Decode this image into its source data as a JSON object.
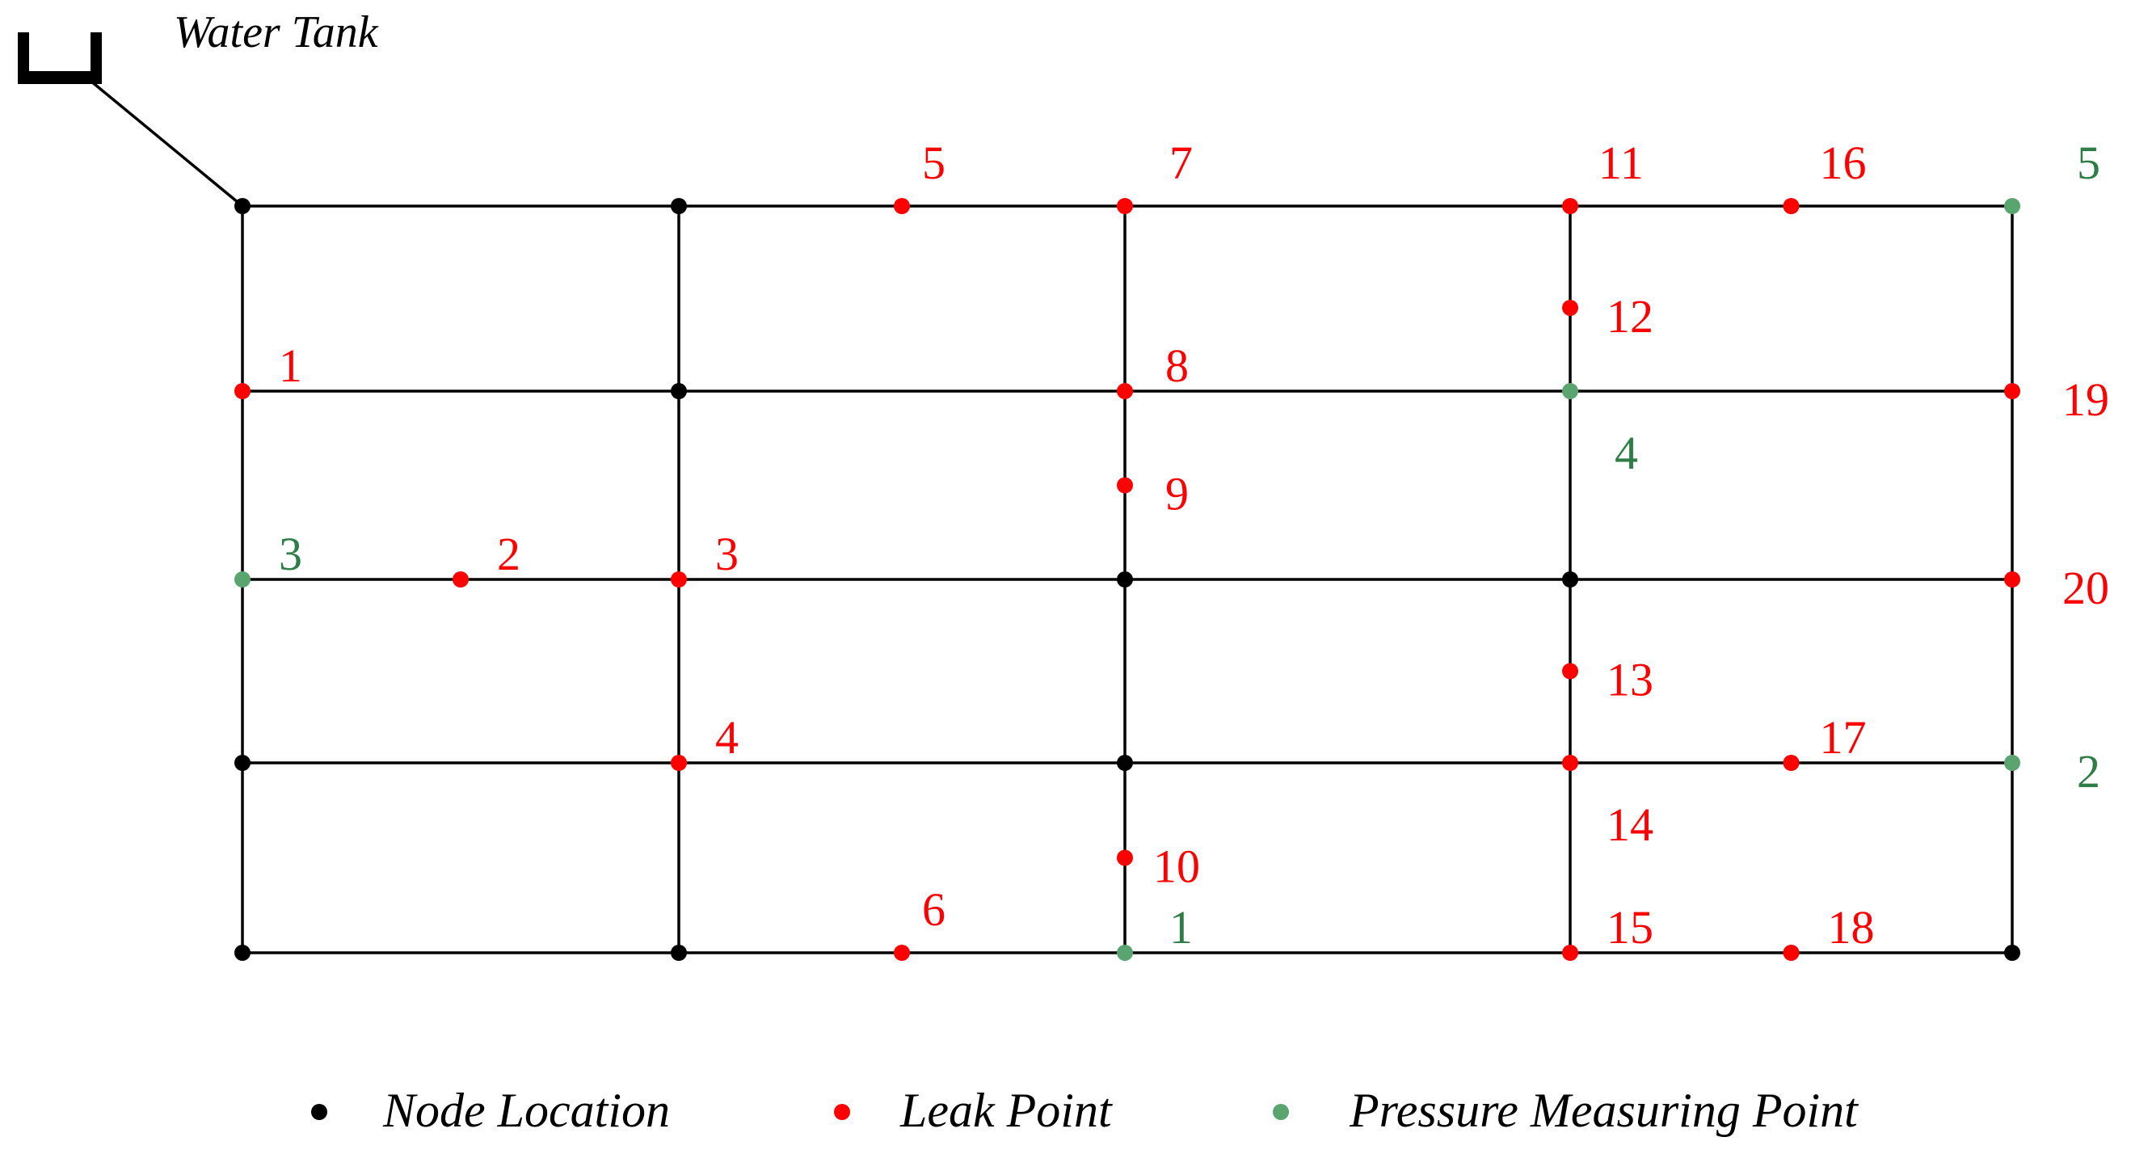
{
  "tank": {
    "label": "Water Tank"
  },
  "colors": {
    "pipe": "#000000",
    "node": "#000000",
    "leak": "#ff0000",
    "pressure": "#5aa56f",
    "pressure_text": "#2e7d46",
    "text": "#000000"
  },
  "legend": {
    "node_label": "Node Location",
    "leak_label": "Leak Point",
    "pressure_label": "Pressure Measuring Point"
  },
  "grid": {
    "columns": 5,
    "rows": 5
  },
  "pipes": [
    {
      "from": [
        0,
        0
      ],
      "to": [
        4,
        0
      ]
    },
    {
      "from": [
        0,
        1
      ],
      "to": [
        4,
        1
      ]
    },
    {
      "from": [
        0,
        2
      ],
      "to": [
        4,
        2
      ]
    },
    {
      "from": [
        0,
        3
      ],
      "to": [
        4,
        3
      ]
    },
    {
      "from": [
        0,
        4
      ],
      "to": [
        4,
        4
      ]
    },
    {
      "from": [
        0,
        0
      ],
      "to": [
        0,
        4
      ]
    },
    {
      "from": [
        1,
        0
      ],
      "to": [
        1,
        4
      ]
    },
    {
      "from": [
        2,
        0
      ],
      "to": [
        2,
        4
      ]
    },
    {
      "from": [
        3,
        0
      ],
      "to": [
        3,
        4
      ]
    },
    {
      "from": [
        4,
        0
      ],
      "to": [
        4,
        4
      ]
    }
  ],
  "nodes": [
    {
      "gx": 0,
      "gy": 0
    },
    {
      "gx": 1,
      "gy": 0
    },
    {
      "gx": 1,
      "gy": 1
    },
    {
      "gx": 2,
      "gy": 2
    },
    {
      "gx": 3,
      "gy": 2
    },
    {
      "gx": 0,
      "gy": 3
    },
    {
      "gx": 2,
      "gy": 3
    },
    {
      "gx": 0,
      "gy": 4
    },
    {
      "gx": 1,
      "gy": 4
    },
    {
      "gx": 4,
      "gy": 4
    }
  ],
  "leak_points": [
    {
      "id": "1",
      "gx": 0,
      "gy": 1
    },
    {
      "id": "2",
      "gx": 0.5,
      "gy": 2
    },
    {
      "id": "3",
      "gx": 1,
      "gy": 2
    },
    {
      "id": "4",
      "gx": 1,
      "gy": 3
    },
    {
      "id": "5",
      "gx": 1.5,
      "gy": 0
    },
    {
      "id": "6",
      "gx": 1.5,
      "gy": 4
    },
    {
      "id": "7",
      "gx": 2,
      "gy": 0
    },
    {
      "id": "8",
      "gx": 2,
      "gy": 1
    },
    {
      "id": "9",
      "gx": 2,
      "gy": 1.5
    },
    {
      "id": "10",
      "gx": 2,
      "gy": 3.5
    },
    {
      "id": "11",
      "gx": 3,
      "gy": 0
    },
    {
      "id": "12",
      "gx": 3,
      "gy": 0.55
    },
    {
      "id": "13",
      "gx": 3,
      "gy": 2.5
    },
    {
      "id": "14",
      "gx": 3,
      "gy": 3
    },
    {
      "id": "15",
      "gx": 3,
      "gy": 4
    },
    {
      "id": "16",
      "gx": 3.5,
      "gy": 0
    },
    {
      "id": "17",
      "gx": 3.5,
      "gy": 3
    },
    {
      "id": "18",
      "gx": 3.5,
      "gy": 4
    },
    {
      "id": "19",
      "gx": 4,
      "gy": 1
    },
    {
      "id": "20",
      "gx": 4,
      "gy": 2
    }
  ],
  "pressure_points": [
    {
      "id": "1",
      "gx": 2,
      "gy": 4
    },
    {
      "id": "2",
      "gx": 4,
      "gy": 3
    },
    {
      "id": "3",
      "gx": 0,
      "gy": 2
    },
    {
      "id": "4",
      "gx": 3,
      "gy": 1
    },
    {
      "id": "5",
      "gx": 4,
      "gy": 0
    }
  ]
}
